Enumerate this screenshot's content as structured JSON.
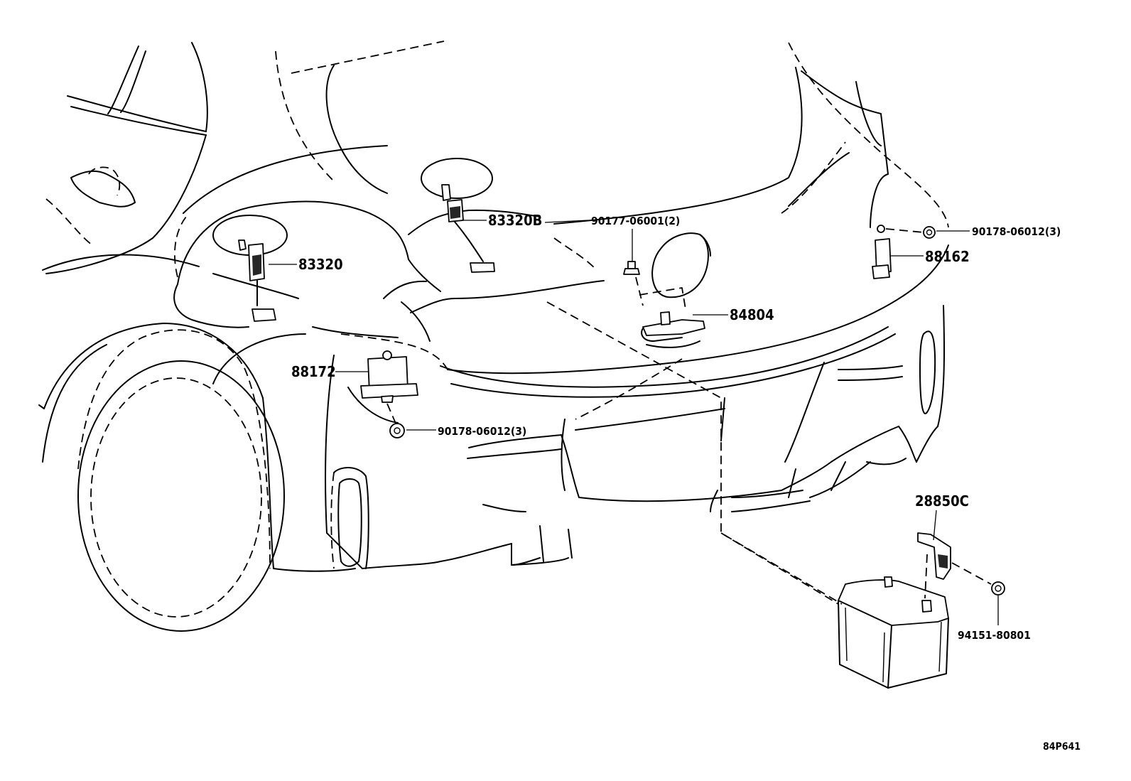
{
  "labels": {
    "p83320B": "83320B",
    "p83320": "83320",
    "p90177": "90177-06001(2)",
    "p90178_right": "90178-06012(3)",
    "p88162": "88162",
    "p84804": "84804",
    "p88172": "88172",
    "p90178_left": "90178-06012(3)",
    "p28850C": "28850C",
    "p94151": "94151-80801"
  },
  "diagram_code": "84P641"
}
